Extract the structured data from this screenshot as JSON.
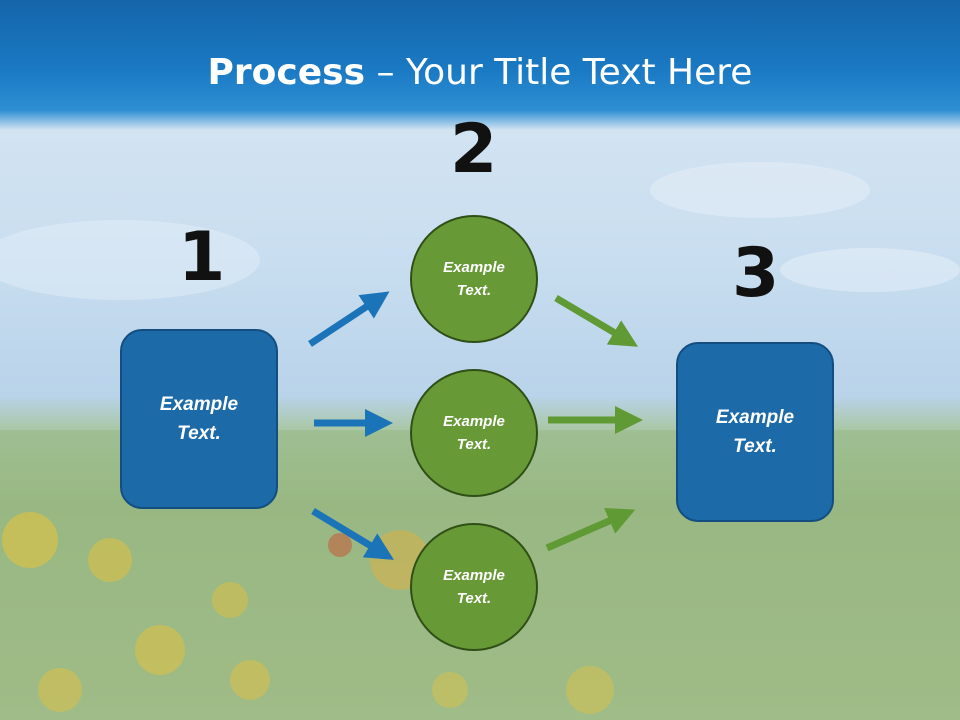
{
  "title": {
    "bold": "Process",
    "rest": " – Your Title Text Here"
  },
  "steps": {
    "one": "1",
    "two": "2",
    "three": "3"
  },
  "nodes": {
    "start": "Example\nText.",
    "middle": [
      "Example\nText.",
      "Example\nText.",
      "Example\nText."
    ],
    "end": "Example\nText."
  },
  "colors": {
    "blue": "#1d6aa8",
    "green": "#679a36",
    "arrow_blue": "#1b73b8",
    "arrow_green": "#5f9a35"
  }
}
